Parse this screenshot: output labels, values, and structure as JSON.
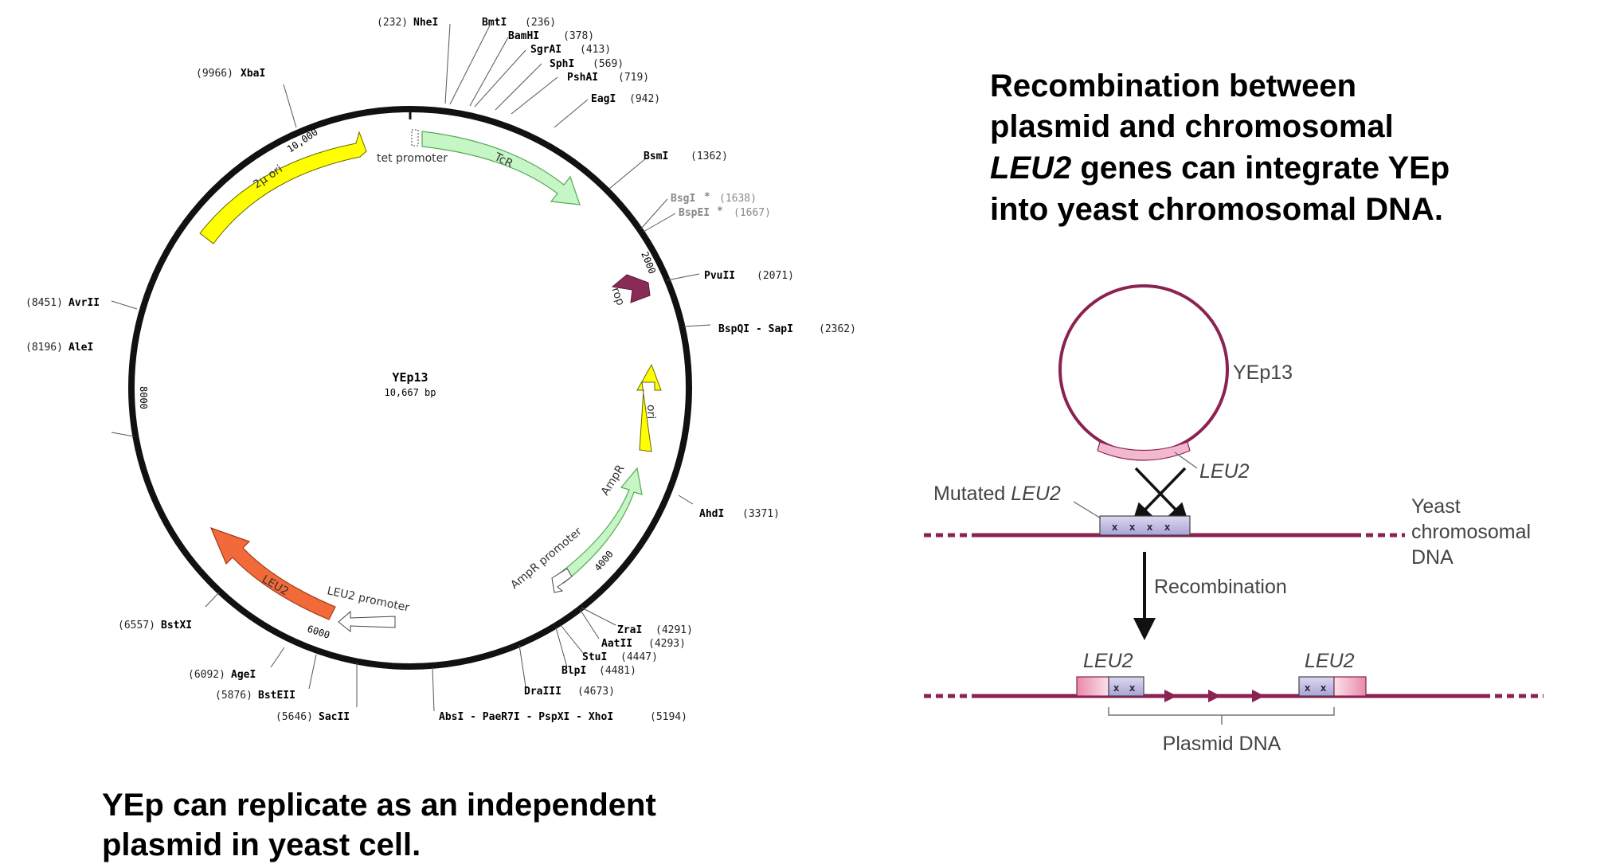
{
  "plasmid": {
    "name": "YEp13",
    "size": "10,667 bp",
    "ticks": [
      "10,000",
      "2000",
      "4000",
      "6000",
      "8000"
    ],
    "features": [
      "tet promoter",
      "TcR",
      "rop",
      "ori",
      "AmpR",
      "AmpR promoter",
      "LEU2",
      "LEU2 promoter",
      "2μ ori"
    ],
    "sites": [
      {
        "name": "NheI",
        "pos": "(232)"
      },
      {
        "name": "BmtI",
        "pos": "(236)"
      },
      {
        "name": "BamHI",
        "pos": "(378)"
      },
      {
        "name": "SgrAI",
        "pos": "(413)"
      },
      {
        "name": "SphI",
        "pos": "(569)"
      },
      {
        "name": "PshAI",
        "pos": "(719)"
      },
      {
        "name": "EagI",
        "pos": "(942)"
      },
      {
        "name": "BsmI",
        "pos": "(1362)"
      },
      {
        "name": "BsgI",
        "pos": "(1638)",
        "star": "*"
      },
      {
        "name": "BspEI",
        "pos": "(1667)",
        "star": "*"
      },
      {
        "name": "PvuII",
        "pos": "(2071)"
      },
      {
        "name": "BspQI - SapI",
        "pos": "(2362)"
      },
      {
        "name": "AhdI",
        "pos": "(3371)"
      },
      {
        "name": "ZraI",
        "pos": "(4291)"
      },
      {
        "name": "AatII",
        "pos": "(4293)"
      },
      {
        "name": "StuI",
        "pos": "(4447)"
      },
      {
        "name": "BlpI",
        "pos": "(4481)"
      },
      {
        "name": "DraIII",
        "pos": "(4673)"
      },
      {
        "name": "AbsI - PaeR7I - PspXI - XhoI",
        "pos": "(5194)"
      },
      {
        "name": "SacII",
        "pos": "(5646)"
      },
      {
        "name": "BstEII",
        "pos": "(5876)"
      },
      {
        "name": "AgeI",
        "pos": "(6092)"
      },
      {
        "name": "BstXI",
        "pos": "(6557)"
      },
      {
        "name": "AleI",
        "pos": "(8196)"
      },
      {
        "name": "AvrII",
        "pos": "(8451)"
      },
      {
        "name": "XbaI",
        "pos": "(9966)"
      }
    ]
  },
  "captions": {
    "left": [
      "YEp can replicate as an independent",
      "plasmid in yeast cell."
    ],
    "right_line1": "Recombination between",
    "right_line2": "plasmid and chromosomal",
    "right_line3_gene": "LEU2",
    "right_line3_rest": " genes can integrate YEp",
    "right_line4": "into yeast chromosomal DNA."
  },
  "diagram": {
    "plasmid_label": "YEp13",
    "plasmid_gene": "LEU2",
    "mutated_prefix": "Mutated ",
    "mutated_gene": "LEU2",
    "chromosome_label": [
      "Yeast",
      "chromosomal",
      "DNA"
    ],
    "step_label": "Recombination",
    "result_gene_left": "LEU2",
    "result_gene_right": "LEU2",
    "insert_label": "Plasmid DNA",
    "mutation_mark": "x",
    "colors": {
      "maroon": "#8b2252",
      "pink": "#f2b8cf",
      "lavender": "#c8c3e6"
    }
  }
}
